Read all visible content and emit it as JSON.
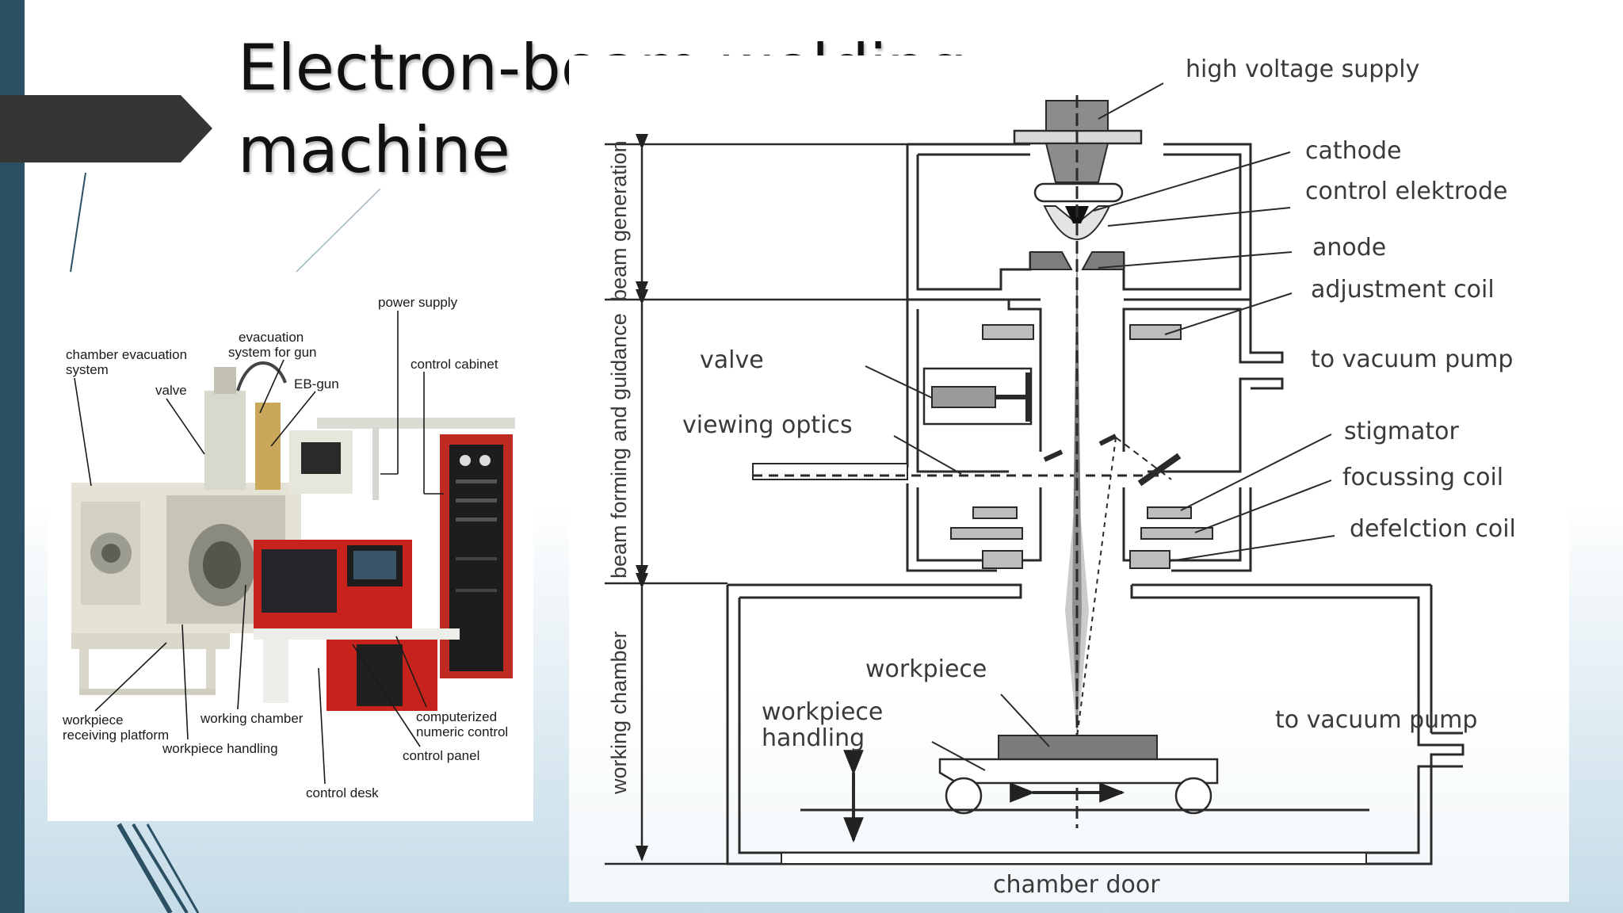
{
  "slide": {
    "title_line1": "Electron-beam welding",
    "title_line2": "machine"
  },
  "photo": {
    "labels": {
      "power_supply": "power supply",
      "evacuation_line1": "evacuation",
      "evacuation_line2": "system for gun",
      "chamber_evac_line1": "chamber evacuation",
      "chamber_evac_line2": "system",
      "control_cabinet": "control cabinet",
      "valve": "valve",
      "eb_gun": "EB-gun",
      "receiving_line1": "workpiece",
      "receiving_line2": "receiving platform",
      "working_chamber": "working chamber",
      "workpiece_handling": "workpiece handling",
      "cnc_line1": "computerized",
      "cnc_line2": "numeric control",
      "control_panel": "control panel",
      "control_desk": "control desk"
    }
  },
  "diagram": {
    "labels": {
      "high_voltage_supply": "high voltage supply",
      "cathode": "cathode",
      "control_electrode": "control elektrode",
      "anode": "anode",
      "adjustment_coil": "adjustment coil",
      "to_vacuum_pump_upper": "to vacuum pump",
      "valve": "valve",
      "viewing_optics": "viewing optics",
      "stigmator": "stigmator",
      "focussing_coil": "focussing coil",
      "deflection_coil": "defelction coil",
      "workpiece": "workpiece",
      "workpiece_handling_line1": "workpiece",
      "workpiece_handling_line2": "handling",
      "to_vacuum_pump_lower": "to vacuum pump",
      "chamber_door": "chamber door"
    },
    "sections": {
      "beam_generation": "beam generation",
      "beam_forming": "beam forming and guidance",
      "working_chamber": "working chamber"
    }
  }
}
